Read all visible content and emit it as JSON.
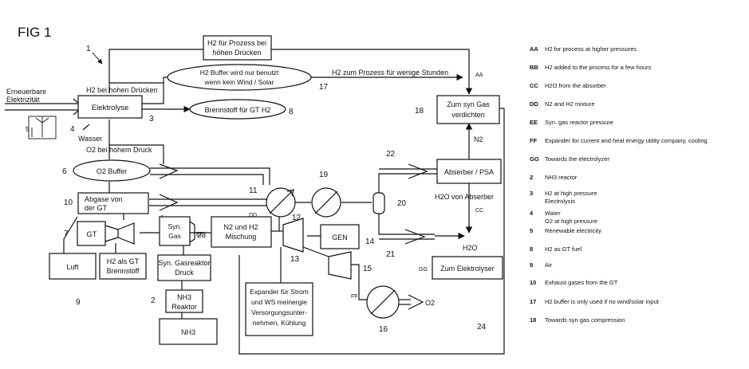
{
  "figure_label": "FIG 1",
  "boxes": {
    "h2_prozess": [
      "H2 für Prozess bei",
      "höhen Drücken"
    ],
    "elektrolyse": "Elektrolyse",
    "abgase": [
      "Abgase von",
      "der GT"
    ],
    "gt": "GT",
    "luft": "Luft",
    "h2_gt": [
      "H2 als GT",
      "Brennstoff"
    ],
    "syn_gas": [
      "Syn.",
      "Gas"
    ],
    "syn_gasreaktor": [
      "Syn. Gasreaktor",
      "Druck"
    ],
    "nh3_reaktor": [
      "NH3",
      "Reaktor"
    ],
    "nh3": "NH3",
    "n2_h2": [
      "N2 und H2",
      "Mischung"
    ],
    "gen": "GEN",
    "expander": [
      "Expander für Strom",
      "und WS meinergie",
      "Versorgungsunter-",
      "nehmen, Kühlung"
    ],
    "abserber_psa": "Abserber / PSA",
    "zum_syn_gas": [
      "Zum syn Gas",
      "verdichten"
    ],
    "zum_elektrolyser": "Zum Elektrolyser"
  },
  "ellipses": {
    "h2_buffer": [
      "H2 Buffer wird nur benutzt",
      "wenn kein Wind / Solar"
    ],
    "brennstoff": "Brennstoff für GT H2",
    "o2_buffer": "O2 Buffer"
  },
  "labels": {
    "h2_hohen_druck": "H2 bei hohen Drücken",
    "erneuerbare": [
      "Erneuerbare",
      "Elektrizität"
    ],
    "wasser": "Wasser",
    "o2_druck": "O2 bei hohem Druck",
    "h2_prozess_stunden": "H2 zum Prozess für wenige Stunden",
    "n2": "N2",
    "h2o_abserber": "H2O von Abserber",
    "h2o": "H2O",
    "o2_out": "O2",
    "cc": "CC",
    "aa": "AA",
    "dd": "DD",
    "ee": "EE",
    "ff": "FF",
    "gg": "GG"
  },
  "ref_numbers": [
    "1",
    "2",
    "3",
    "4",
    "5",
    "6",
    "7",
    "8",
    "9",
    "10",
    "11",
    "12",
    "13",
    "14",
    "15",
    "16",
    "17",
    "18",
    "19",
    "20",
    "21",
    "22",
    "23",
    "24"
  ],
  "legend": [
    {
      "key": "AA",
      "text": "H2 for process at higher pressures"
    },
    {
      "key": "BB",
      "text": "H2 added to the process for a few hours"
    },
    {
      "key": "CC",
      "text": "H2O from the absorber"
    },
    {
      "key": "DD",
      "text": "N2 and H2 mixture"
    },
    {
      "key": "EE",
      "text": "Syn. gas reactor pressure"
    },
    {
      "key": "FF",
      "text": "Expander for current and heat energy utility company, cooling"
    },
    {
      "key": "GG",
      "text": "Towards the electrolyzer"
    },
    {
      "key": "2",
      "text": "NH3 reactor"
    },
    {
      "key": "3",
      "text": "H2 at high pressure",
      "text2": "Electrolysis"
    },
    {
      "key": "4",
      "text": "Water",
      "text2": "O2 at high pressure"
    },
    {
      "key": "5",
      "text": "Renewable electricity"
    },
    {
      "key": "8",
      "text": "H2 as GT fuel"
    },
    {
      "key": "9",
      "text": "Air"
    },
    {
      "key": "10",
      "text": "Exhaust gases from the GT"
    },
    {
      "key": "17",
      "text": "H2 buffer is only used if no wind/solar input"
    },
    {
      "key": "18",
      "text": "Towards syn gas compression"
    }
  ]
}
